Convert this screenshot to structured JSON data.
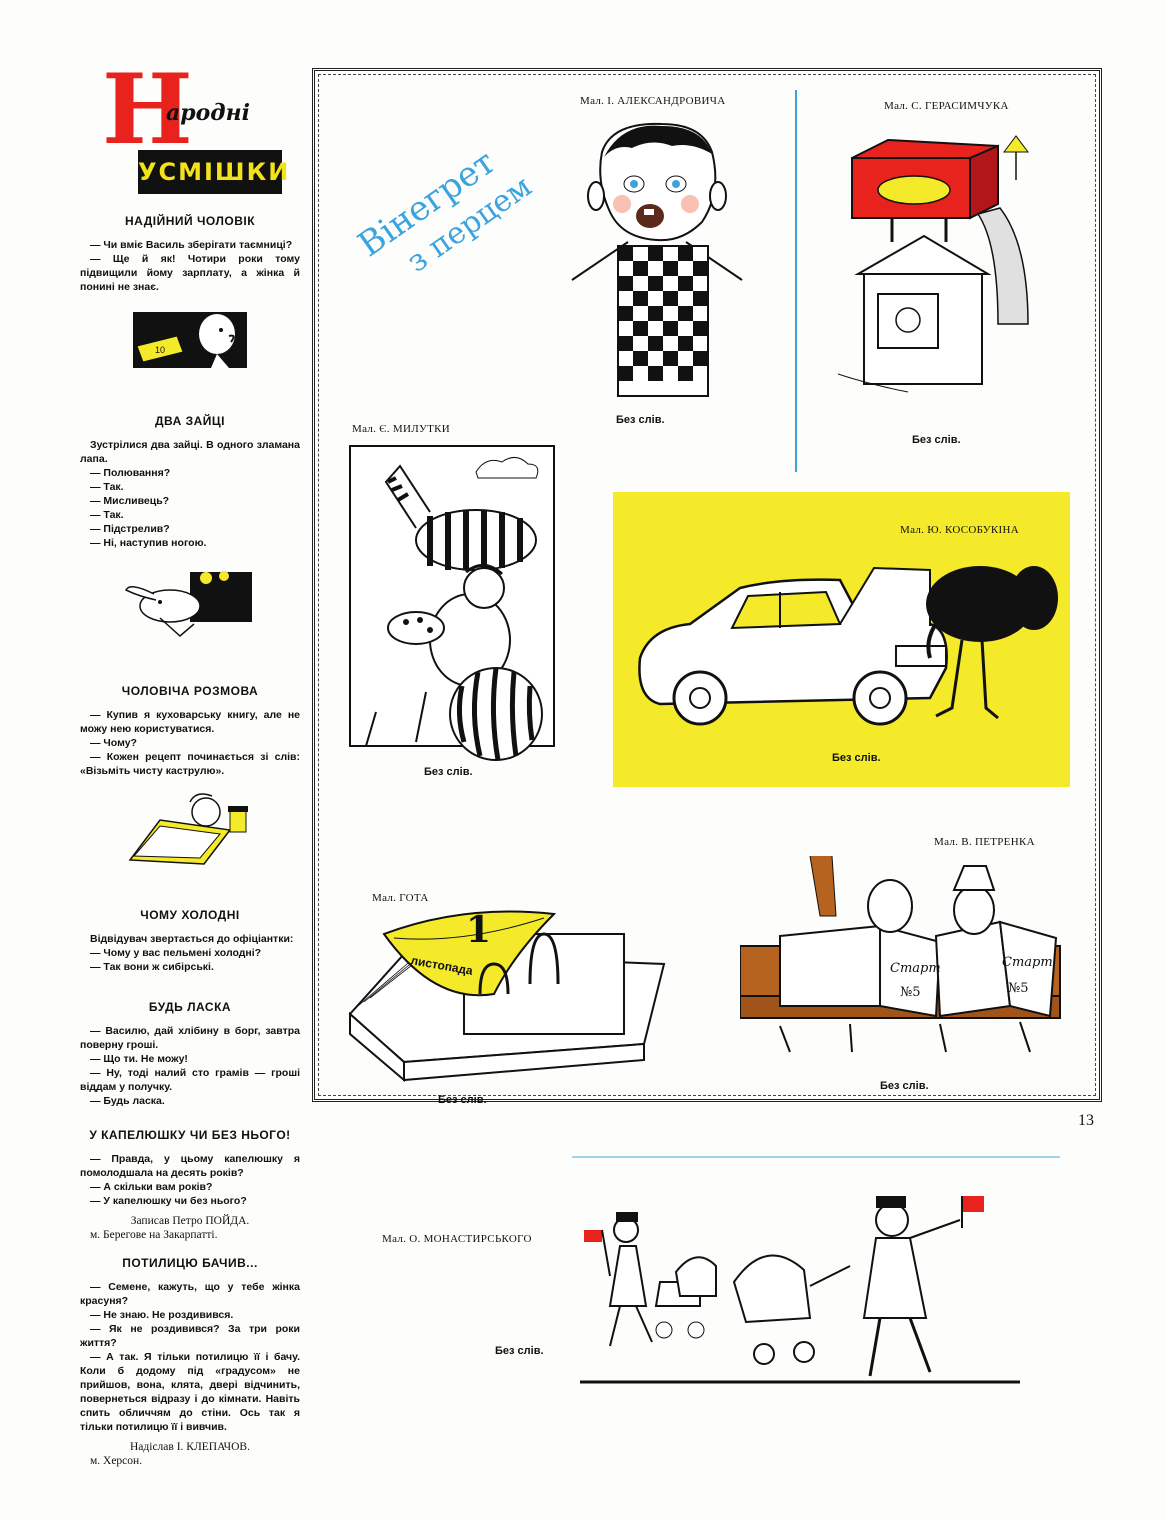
{
  "logo": {
    "big_letter": "Н",
    "script": "ародні",
    "band": "УСМІШКИ"
  },
  "stories": [
    {
      "title": "НАДІЙНИЙ ЧОЛОВІК",
      "lines": [
        "— Чи вміє Василь зберігати таємниці?",
        "— Ще й як! Чотири роки тому підвищили йому зарплату, а жінка й понині не знає."
      ]
    },
    {
      "title": "ДВА ЗАЙЦІ",
      "lines": [
        "Зустрілися два зайці. В одного зламана лапа.",
        "— Полювання?",
        "— Так.",
        "— Мисливець?",
        "— Так.",
        "— Підстрелив?",
        "— Ні, наступив ногою."
      ]
    },
    {
      "title": "ЧОЛОВІЧА РОЗМОВА",
      "lines": [
        "— Купив я куховарську книгу, але не можу нею користуватися.",
        "— Чому?",
        "— Кожен рецепт починається зі слів: «Візьміть чисту каструлю»."
      ]
    },
    {
      "title": "ЧОМУ ХОЛОДНІ",
      "lines": [
        "Відвідувач звертається до офіціантки:",
        "— Чому у вас пельмені холодні?",
        "— Так вони ж сибірські."
      ]
    },
    {
      "title": "БУДЬ ЛАСКА",
      "lines": [
        "— Василю, дай хлібину в борг, завтра поверну гроші.",
        "— Що ти. Не можу!",
        "— Ну, тоді налий сто грамів — гроші віддам у получку.",
        "— Будь ласка."
      ]
    },
    {
      "title": "У КАПЕЛЮШКУ ЧИ БЕЗ НЬОГО!",
      "lines": [
        "— Правда, у цьому капелюшку я помолодшала на десять років?",
        "— А скільки вам років?",
        "— У капелюшку чи без нього?"
      ],
      "signature": "Записав Петро ПОЙДА.",
      "location": "м. Берегове на Закарпатті."
    },
    {
      "title": "ПОТИЛИЦЮ БАЧИВ...",
      "lines": [
        "— Семене, кажуть, що у тебе жінка красуня?",
        "— Не знаю. Не роздивився.",
        "— Як не роздивився? За три роки життя?",
        "— А так. Я тільки потилицю її і бачу. Коли б додому під «градусом» не прийшов, вона, клята, двері відчинить, повернеться відразу і до кімнати. Навіть спить обличчям до стіни. Ось так я тільки потилицю її і вивчив."
      ],
      "signature": "Надіслав І. КЛЕПАЧОВ.",
      "location": "м. Херсон."
    }
  ],
  "vinegret": {
    "line1": "Вінегрет",
    "line2": "з перцем"
  },
  "captions": {
    "aleksandrovych": "Мал. І. АЛЕКСАНДРОВИЧА",
    "herasymchuk": "Мал. С. ГЕРАСИМЧУКА",
    "mylutka": "Мал. Є. МИЛУТКИ",
    "kosobukin": "Мал. Ю. КОСОБУКІНА",
    "petrenko": "Мал. В. ПЕТРЕНКА",
    "hot": "Мал. ГОТА",
    "monastyrsky": "Мал. О. МОНАСТИРСЬКОГО"
  },
  "no_words": "Без слів.",
  "calendar": {
    "day": "1",
    "month": "листопада"
  },
  "newspaper": {
    "title": "Старт",
    "issue": "№5"
  },
  "money_label": "10",
  "page_number": "13",
  "colors": {
    "red": "#e8221d",
    "yellow": "#f4ea2a",
    "blue": "#3aa3e0"
  }
}
